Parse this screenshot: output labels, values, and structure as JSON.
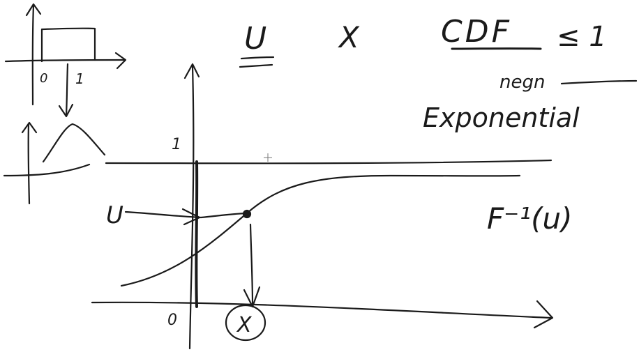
{
  "colors": {
    "ink": "#1a1a1a",
    "background": "#ffffff"
  },
  "top_labels": {
    "u": "U",
    "x": "X",
    "cdf": "CDF ≤ 1",
    "cdf_text": "CDF",
    "leq_one": "≤ 1"
  },
  "side_notes": {
    "small_word": "negn",
    "exponential": "Exponential",
    "inverse": "F⁻¹(u)"
  },
  "main_plot": {
    "y_tick_one": "1",
    "origin": "0",
    "u_label": "U",
    "x_result": "X"
  },
  "uniform_sketch": {
    "zero": "0",
    "one": "1"
  }
}
